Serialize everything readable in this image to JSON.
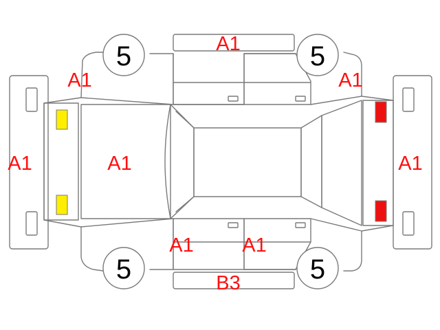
{
  "panel_codes": {
    "roof": "A1",
    "front_left_fender": "A1",
    "front_right_fender": "A1",
    "front_bumper": "A1",
    "rear_bumper": "A1",
    "hood": "A1",
    "front_door": "A1",
    "rear_door": "A1",
    "rocker": "B3"
  },
  "wheel_scores": {
    "front_left": "5",
    "rear_left": "5",
    "front_right": "5",
    "rear_right": "5"
  },
  "colors": {
    "outline": "#7a7a7a",
    "label": "#ff1010",
    "headlight": "#ffee00",
    "taillight": "#ee1111"
  }
}
